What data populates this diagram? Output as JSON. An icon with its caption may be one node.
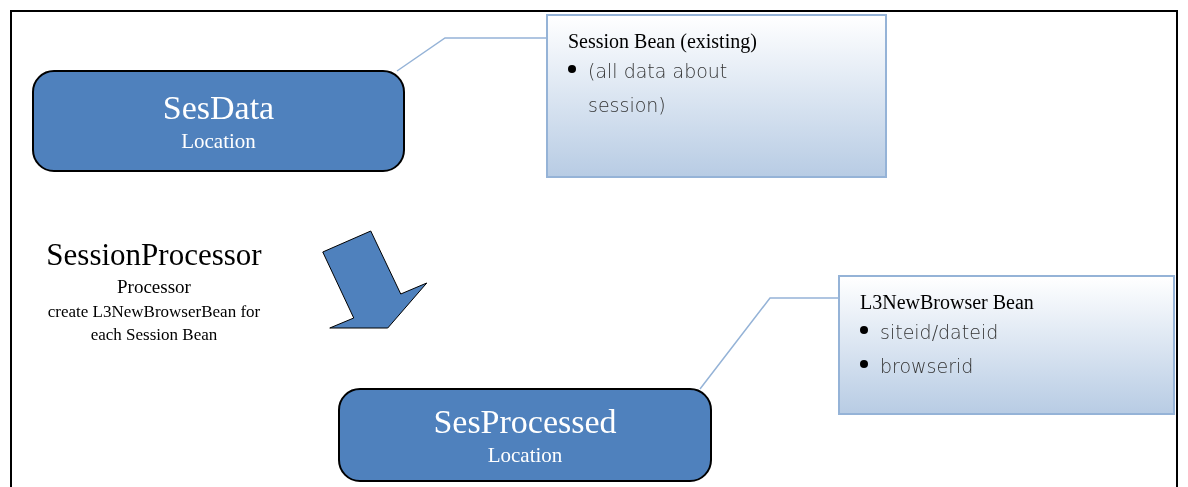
{
  "diagram": {
    "nodes": [
      {
        "text": [
          "SesData",
          "Location"
        ]
      },
      {
        "text": [
          "Session Bean (existing)",
          "(all data about session)"
        ]
      },
      {
        "text": [
          "SesProcessed",
          "Location"
        ]
      },
      {
        "text": [
          "L3NewBrowser Bean",
          "siteid/dateid",
          "browserid"
        ]
      }
    ],
    "edges": [
      {
        "from": 1,
        "to": 0,
        "arrow": "none"
      },
      {
        "from": 0,
        "to": 2,
        "arrow": "to",
        "style": "thick"
      },
      {
        "from": 3,
        "to": 2,
        "arrow": "none"
      }
    ],
    "labels": [
      "SessionProcessor",
      "Processor",
      "create L3NewBrowserBean for each Session Bean"
    ]
  }
}
